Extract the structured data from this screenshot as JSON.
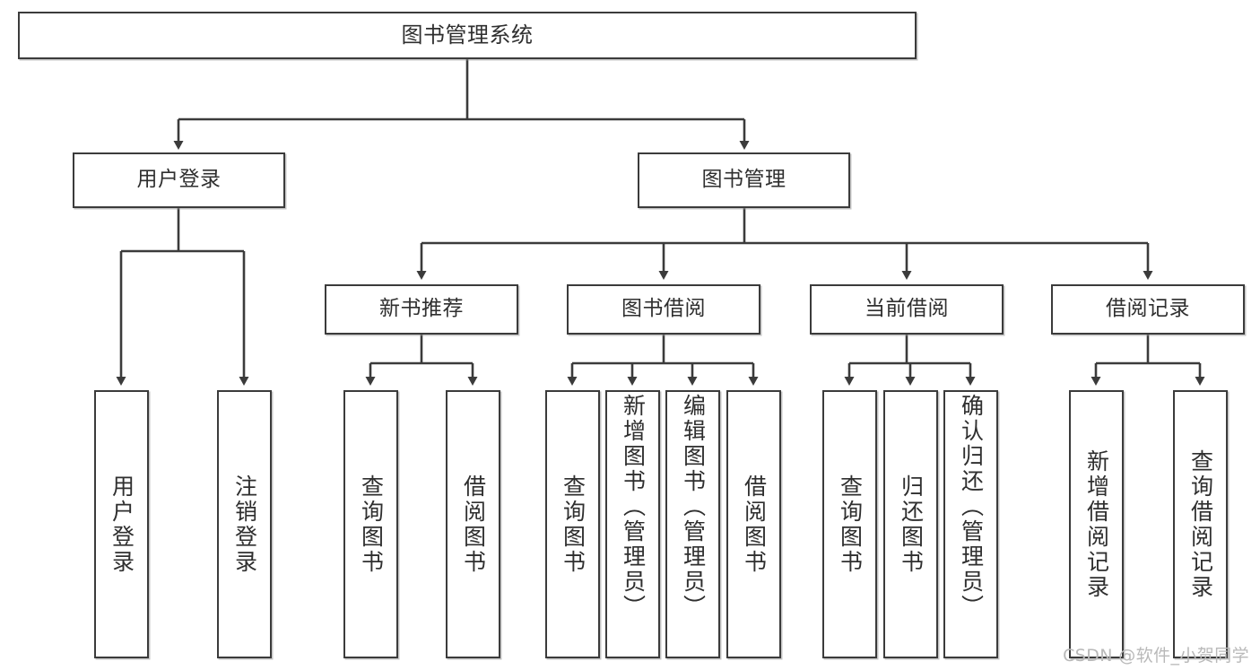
{
  "diagram": {
    "title": "图书管理系统",
    "type": "functional-structure-tree",
    "colors": {
      "box_border": "#3b3b3b",
      "box_fill": "#ffffff",
      "text": "#2f2f2f",
      "connector": "#3b3b3b",
      "watermark": "#b9b9b9",
      "background": "#ffffff"
    },
    "watermark": "CSDN @软件_小贺同学",
    "nodes": {
      "root": {
        "label": "图书管理系统"
      },
      "level2": [
        {
          "label": "用户登录"
        },
        {
          "label": "图书管理"
        }
      ],
      "level3": [
        {
          "label": "新书推荐"
        },
        {
          "label": "图书借阅"
        },
        {
          "label": "当前借阅"
        },
        {
          "label": "借阅记录"
        }
      ],
      "leaves": {
        "user_login": [
          {
            "label": "用户登录"
          },
          {
            "label": "注销登录"
          }
        ],
        "new_book_recommend": [
          {
            "label": "查询图书"
          },
          {
            "label": "借阅图书"
          }
        ],
        "book_borrow": [
          {
            "label": "查询图书"
          },
          {
            "label": "新增图书（管理员）"
          },
          {
            "label": "编辑图书（管理员）"
          },
          {
            "label": "借阅图书"
          }
        ],
        "current_borrow": [
          {
            "label": "查询图书"
          },
          {
            "label": "归还图书"
          },
          {
            "label": "确认归还（管理员）"
          }
        ],
        "borrow_record": [
          {
            "label": "新增借阅记录"
          },
          {
            "label": "查询借阅记录"
          }
        ]
      }
    }
  }
}
